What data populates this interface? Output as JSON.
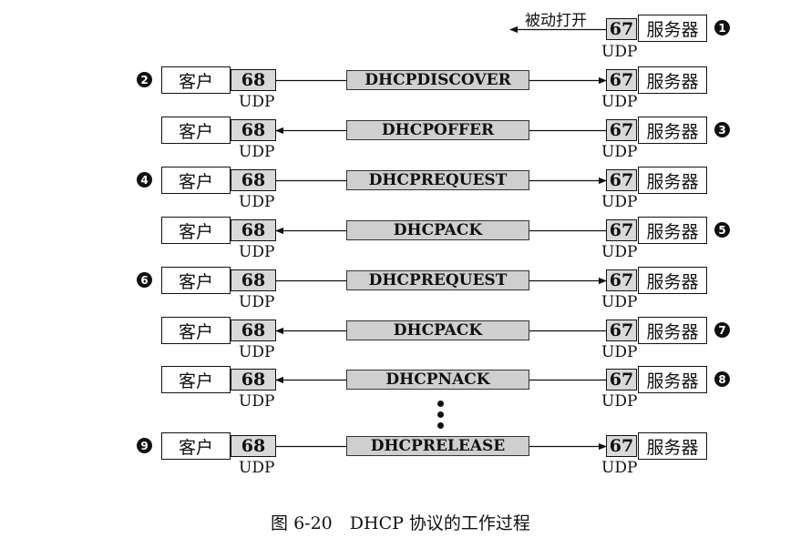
{
  "passive_open": {
    "label": "被动打开",
    "step": "1",
    "server_label": "服务器",
    "server_port": "67",
    "protocol": "UDP"
  },
  "client_label": "客户",
  "server_label": "服务器",
  "client_port": "68",
  "server_port": "67",
  "protocol": "UDP",
  "messages": [
    {
      "name": "DHCPDISCOVER",
      "direction": "to-server",
      "step": "2",
      "step_side": "client"
    },
    {
      "name": "DHCPOFFER",
      "direction": "to-client",
      "step": "3",
      "step_side": "server"
    },
    {
      "name": "DHCPREQUEST",
      "direction": "to-server",
      "step": "4",
      "step_side": "client"
    },
    {
      "name": "DHCPACK",
      "direction": "to-client",
      "step": "5",
      "step_side": "server"
    },
    {
      "name": "DHCPREQUEST",
      "direction": "to-server",
      "step": "6",
      "step_side": "client"
    },
    {
      "name": "DHCPACK",
      "direction": "to-client",
      "step": "7",
      "step_side": "server"
    },
    {
      "name": "DHCPNACK",
      "direction": "to-client",
      "step": "8",
      "step_side": "server"
    },
    {
      "name": "DHCPRELEASE",
      "direction": "to-server",
      "step": "9",
      "step_side": "client"
    }
  ],
  "caption": "图 6-20　DHCP 协议的工作过程"
}
